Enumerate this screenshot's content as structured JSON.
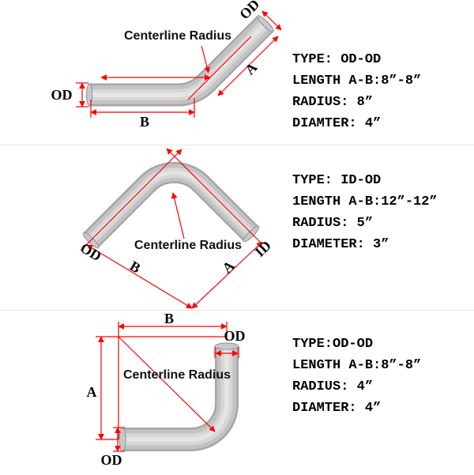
{
  "colors": {
    "background": "#ffffff",
    "dimension_red": "#ff0000",
    "pipe_gray": "#c2c2c2",
    "text_black": "#000000"
  },
  "sections": [
    {
      "centerline_label": "Centerline Radius",
      "labels": {
        "od_left": "OD",
        "od_top": "OD",
        "a": "A",
        "b": "B"
      },
      "specs": {
        "type": "TYPE: OD-OD",
        "length": "LENGTH A-B:8”-8”",
        "radius": "RADIUS: 8”",
        "diameter": "DIAMTER: 4”"
      }
    },
    {
      "centerline_label": "Centerline Radius",
      "labels": {
        "od_left": "OD",
        "id_right": "ID",
        "a": "A",
        "b": "B"
      },
      "specs": {
        "type": "TYPE: ID-OD",
        "length": "1ENGTH A-B:12”-12”",
        "radius": "RADIUS: 5”",
        "diameter": "DIAMETER: 3”"
      }
    },
    {
      "centerline_label": "Centerline Radius",
      "labels": {
        "od_top": "OD",
        "od_bottom": "OD",
        "a": "A",
        "b": "B"
      },
      "specs": {
        "type": "TYPE:OD-OD",
        "length": "LENGTH A-B:8”-8”",
        "radius": "RADIUS: 4”",
        "diameter": "DIAMTER: 4”"
      }
    }
  ]
}
